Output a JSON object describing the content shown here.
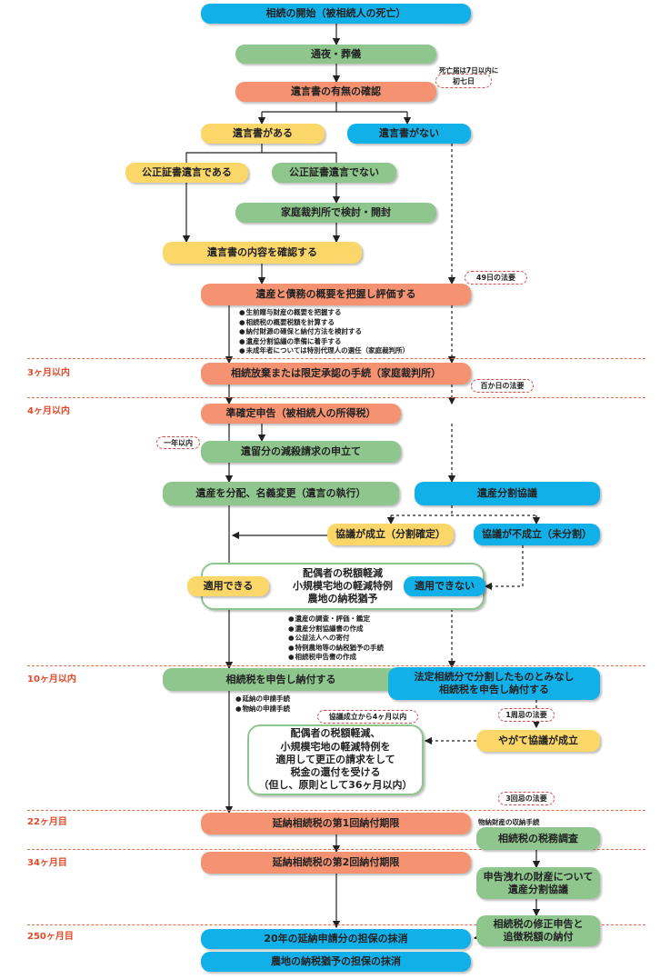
{
  "boxes": {
    "start": "相続の開始（被相続人の死亡）",
    "wake": "通夜・葬儀",
    "will_check": "遺言書の有無の確認",
    "will_exists": "遺言書がある",
    "will_none": "遺言書がない",
    "notarized": "公正証書遺言である",
    "not_notarized": "公正証書遺言でない",
    "family_court": "家庭裁判所で検討・開封",
    "confirm_will": "遺言書の内容を確認する",
    "assess_assets": "遺産と債務の概要を把握し評価する",
    "renounce": "相続放棄または限定承認の手続（家庭裁判所）",
    "quasi_return": "準確定申告（被相続人の所得税）",
    "reserved_claim": "遺留分の減殺請求の申立て",
    "distribute": "遺産を分配、名義変更（遺言の執行）",
    "division_talk": "遺産分割協議",
    "agree_yes": "協議が成立（分割確定）",
    "agree_no": "協議が不成立（未分割）",
    "applicable": "適用できる",
    "not_applicable": "適用できない",
    "special_1": "配偶者の税額軽減",
    "special_2": "小規模宅地の軽減特例",
    "special_3": "農地の納税猶予",
    "file_pay": "相続税を申告し納付する",
    "legal_share_1": "法定相続分で分割したものとみなし",
    "legal_share_2": "相続税を申告し納付する",
    "eventually_agree": "やがて協議が成立",
    "correction_1": "配偶者の税額軽減、",
    "correction_2": "小規模宅地の軽減特例を",
    "correction_3": "適用して更正の請求をして",
    "correction_4": "税金の還付を受ける",
    "correction_5": "（但し、原則として36ヶ月以内）",
    "first_installment": "延納相続税の第1回納付期限",
    "tax_audit": "相続税の税務調査",
    "second_installment": "延納相続税の第2回納付期限",
    "omitted_1": "申告洩れの財産について",
    "omitted_2": "遺産分割協議",
    "amended_1": "相続税の修正申告と",
    "amended_2": "追徴税額の納付",
    "release_installment": "20年の延納申請分の担保の抹消",
    "release_farmland": "農地の納税猶予の担保の抹消"
  },
  "callouts": {
    "seventh_note": "死亡届は7日以内に",
    "seventh": "初七日",
    "day49": "49日の法要",
    "day100": "百か日の法要",
    "within_year": "一年以内",
    "within_4m": "協議成立から4ヶ月以内",
    "first_anniv": "1周忌の法要",
    "third_anniv": "3回忌の法要"
  },
  "labels": {
    "in_kind_procedure": "物納財産の収納手続"
  },
  "timeline": [
    "3ヶ月以内",
    "4ヶ月以内",
    "10ヶ月以内",
    "22ヶ月目",
    "34ヶ月目",
    "250ヶ月目"
  ],
  "notes_assess": [
    "生前贈与財産の概要を把握する",
    "相続税の概要税額を計算する",
    "納付財源の確保と納付方法を検討する",
    "遺産分割協議の準備に着手する",
    "未成年者については特別代理人の選任（家庭裁判所）"
  ],
  "notes_division": [
    "遺産の調査・評価・鑑定",
    "遺産分割協議書の作成",
    "公益法人への寄付",
    "特例農地等の納税猶予の手続",
    "相続税申告書の作成"
  ],
  "notes_file": [
    "延納の申請手続",
    "物納の申請手続"
  ],
  "colors": {
    "blue": "#12b0e8",
    "green": "#8ec68e",
    "orange": "#f49272",
    "yellow": "#fbd76a",
    "timeline": "#e04a2a"
  }
}
